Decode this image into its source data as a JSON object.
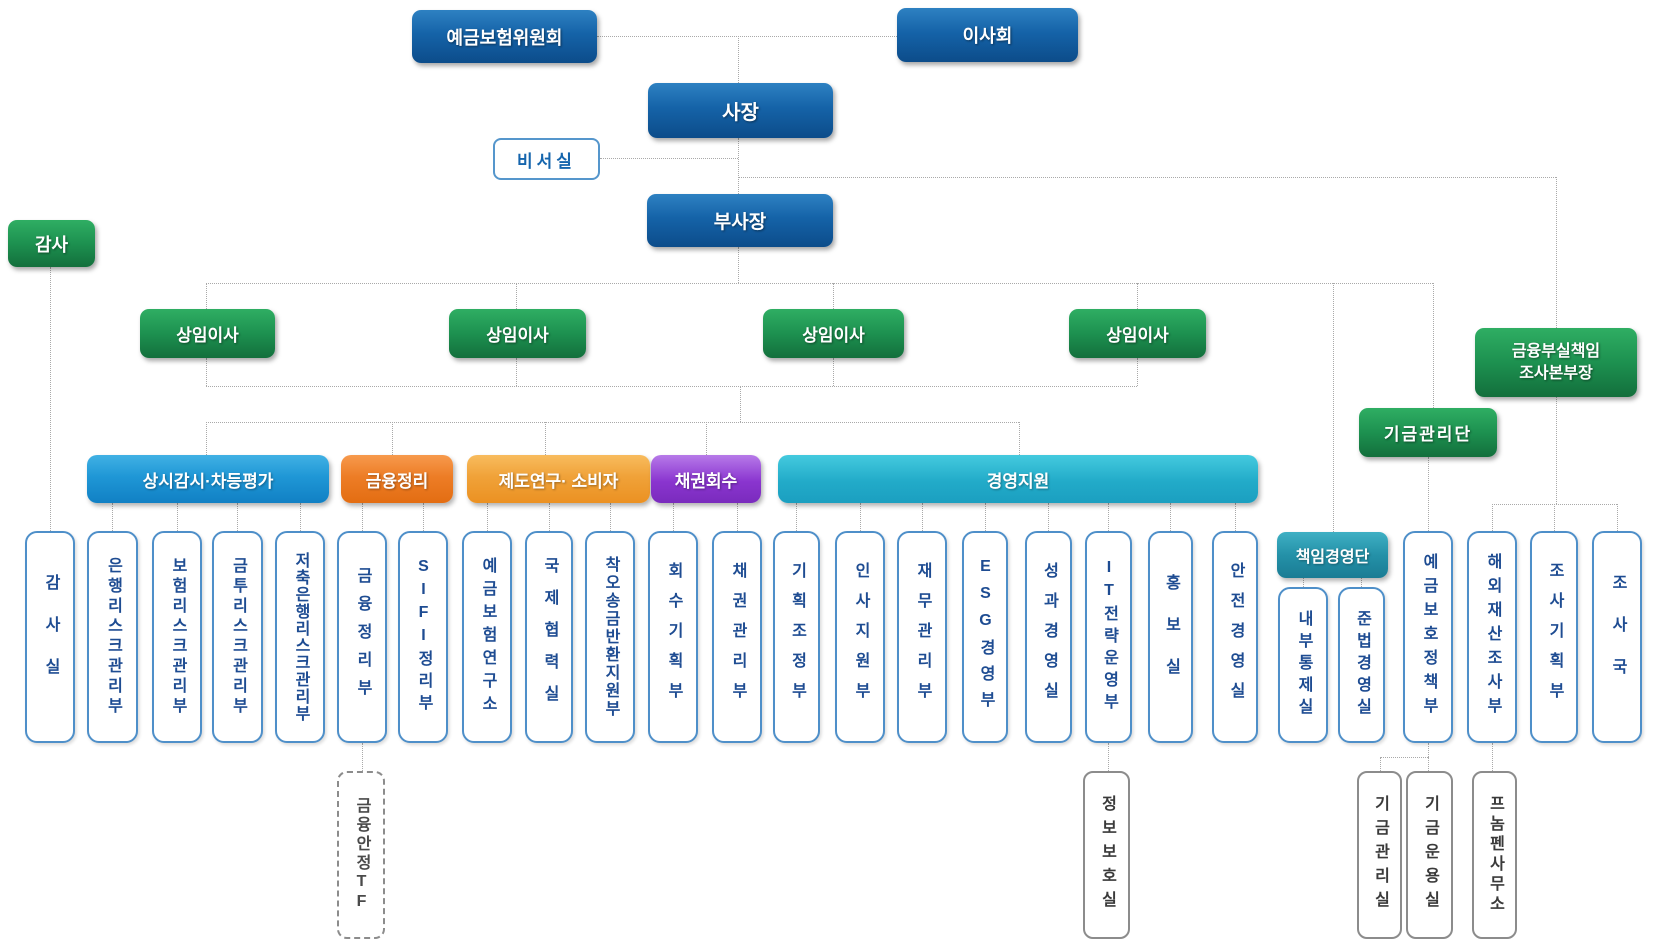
{
  "palette": {
    "navy_box": "#11599f",
    "green_box": "#1d9150",
    "category_blue": "#1f97d6",
    "category_orange": "#ed7d26",
    "category_amber": "#f0a239",
    "category_purple": "#8a35cf",
    "category_cyan": "#22abc9",
    "teal_box": "#2491a8",
    "dept_border": "#4e8fc9",
    "dept_text": "#1e4c92",
    "sub_border": "#8c8c8c",
    "connector_line": "#a9a9a9"
  },
  "top": {
    "committee": "예금보험위원회",
    "board": "이사회",
    "president": "사장",
    "secretariat": "비서실",
    "vice_president": "부사장"
  },
  "executives": {
    "auditor": "감사",
    "standing_directors": [
      "상임이사",
      "상임이사",
      "상임이사",
      "상임이사"
    ],
    "investigation_head_line1": "금융부실책임",
    "investigation_head_line2": "조사본부장",
    "fund_management_group": "기금관리단",
    "responsible_management_group": "책임경영단"
  },
  "categories": [
    "상시감시·차등평가",
    "금융정리",
    "제도연구· 소비자",
    "채권회수",
    "경영지원"
  ],
  "departments": [
    "감사실",
    "은행리스크관리부",
    "보험리스크관리부",
    "금투리스크관리부",
    "저축은행리스크관리부",
    "금융정리부",
    "SIFI정리부",
    "예금보험연구소",
    "국제협력실",
    "착오송금반환지원부",
    "회수기획부",
    "채권관리부",
    "기획조정부",
    "인사지원부",
    "재무관리부",
    "ESG경영부",
    "성과경영실",
    "IT전략운영부",
    "홍보실",
    "안전경영실",
    "내부통제실",
    "준법경영실",
    "예금보호정책부",
    "해외재산조사부",
    "조사기획부",
    "조사국"
  ],
  "sub_departments": [
    "금융안정TF",
    "정보보호실",
    "기금관리실",
    "기금운용실",
    "프놈펜사무소"
  ]
}
